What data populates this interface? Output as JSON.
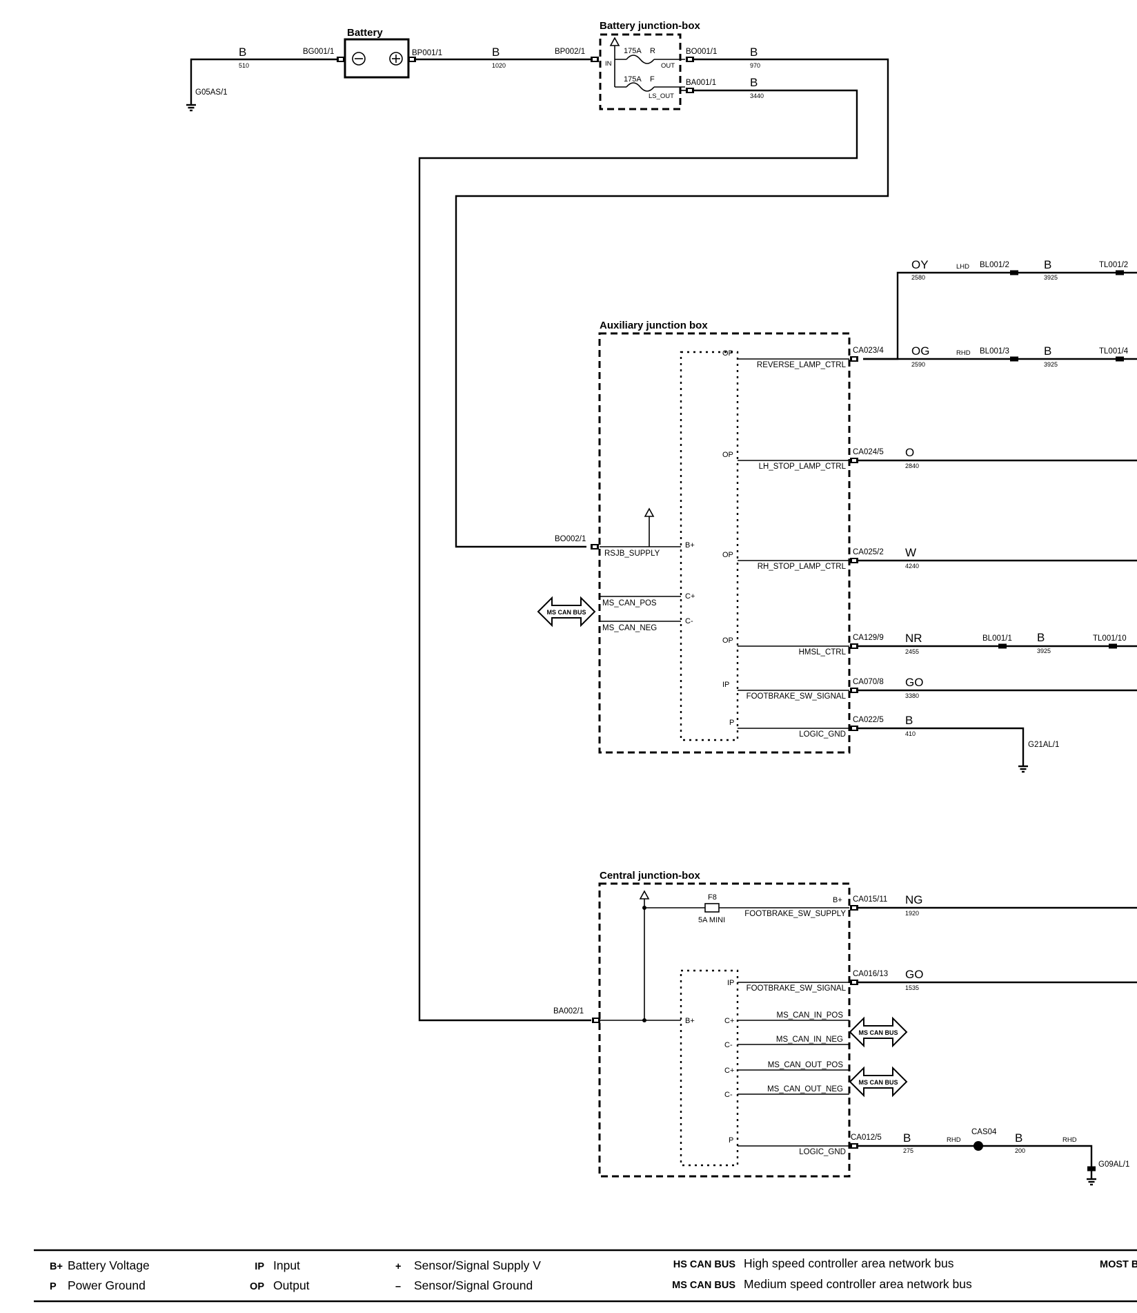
{
  "boxes": {
    "battery": "Battery",
    "battery_jb": "Battery junction-box",
    "aux_jb": "Auxiliary junction box",
    "central_jb": "Central junction-box"
  },
  "battery_circuit": {
    "gnd_wire_color": "B",
    "gnd_wire_num": "510",
    "gnd_conn": "BG001/1",
    "ground": "G05AS/1",
    "pos_conn": "BP001/1",
    "pos_wire_color": "B",
    "pos_wire_num": "1020",
    "jb_in_conn": "BP002/1",
    "in_label": "IN",
    "fuse1_rating": "175A",
    "fuse1_id": "R",
    "out_label": "OUT",
    "out_conn": "BO001/1",
    "out_color": "B",
    "out_num": "970",
    "fuse2_rating": "175A",
    "fuse2_id": "F",
    "ls_out_label": "LS_OUT",
    "ls_conn": "BA001/1",
    "ls_color": "B",
    "ls_num": "3440"
  },
  "aux": {
    "supply_conn": "BO002/1",
    "supply_sig": "RSJB_SUPPLY",
    "bplus": "B+",
    "can_pos": "MS_CAN_POS",
    "can_neg": "MS_CAN_NEG",
    "cplus": "C+",
    "cminus": "C-",
    "bus_label": "MS CAN BUS",
    "rows": [
      {
        "pin": "OP",
        "sig": "REVERSE_LAMP_CTRL",
        "conn": "CA023/4"
      },
      {
        "pin": "OP",
        "sig": "LH_STOP_LAMP_CTRL",
        "conn": "CA024/5",
        "color": "O",
        "num": "2840"
      },
      {
        "pin": "OP",
        "sig": "RH_STOP_LAMP_CTRL",
        "conn": "CA025/2",
        "color": "W",
        "num": "4240"
      },
      {
        "pin": "OP",
        "sig": "HMSL_CTRL",
        "conn": "CA129/9",
        "color": "NR",
        "num": "2455"
      },
      {
        "pin": "IP",
        "sig": "FOOTBRAKE_SW_SIGNAL",
        "conn": "CA070/8",
        "color": "GO",
        "num": "3380"
      },
      {
        "pin": "P",
        "sig": "LOGIC_GND",
        "conn": "CA022/5",
        "color": "B",
        "num": "410"
      }
    ],
    "ground": "G21AL/1",
    "reverse_lhd": {
      "color": "OY",
      "num": "2580",
      "variant": "LHD",
      "conn1": "BL001/2",
      "color2": "B",
      "num2": "3925",
      "conn2": "TL001/2"
    },
    "reverse_rhd": {
      "color": "OG",
      "num": "2590",
      "variant": "RHD",
      "conn1": "BL001/3",
      "color2": "B",
      "num2": "3925",
      "conn2": "TL001/4"
    },
    "hmsl_ext": {
      "conn1": "BL001/1",
      "color2": "B",
      "num2": "3925",
      "conn2": "TL001/10"
    }
  },
  "central": {
    "supply_conn": "BA002/1",
    "bplus": "B+",
    "fuse_id": "F8",
    "fuse_rating": "5A MINI",
    "rows": [
      {
        "pin": "B+",
        "sig": "FOOTBRAKE_SW_SUPPLY",
        "conn": "CA015/11",
        "color": "NG",
        "num": "1920"
      },
      {
        "pin": "IP",
        "sig": "FOOTBRAKE_SW_SIGNAL",
        "conn": "CA016/13",
        "color": "GO",
        "num": "1535"
      }
    ],
    "can": [
      {
        "pin": "C+",
        "sig": "MS_CAN_IN_POS"
      },
      {
        "pin": "C-",
        "sig": "MS_CAN_IN_NEG"
      },
      {
        "pin": "C+",
        "sig": "MS_CAN_OUT_POS"
      },
      {
        "pin": "C-",
        "sig": "MS_CAN_OUT_NEG"
      }
    ],
    "bus_label": "MS CAN BUS",
    "gnd": {
      "pin": "P",
      "sig": "LOGIC_GND",
      "conn": "CA012/5",
      "color": "B",
      "num": "275",
      "variant": "RHD",
      "splice": "CAS04",
      "color2": "B",
      "num2": "200",
      "variant2": "RHD",
      "ground": "G09AL/1"
    }
  },
  "legend": {
    "items": [
      {
        "sym": "B+",
        "text": "Battery Voltage"
      },
      {
        "sym": "P",
        "text": "Power Ground"
      },
      {
        "sym": "IP",
        "text": "Input"
      },
      {
        "sym": "OP",
        "text": "Output"
      },
      {
        "sym": "+",
        "text": "Sensor/Signal Supply V"
      },
      {
        "sym": "–",
        "text": "Sensor/Signal Ground"
      },
      {
        "sym": "HS CAN BUS",
        "text": "High speed controller area network bus"
      },
      {
        "sym": "MS CAN BUS",
        "text": "Medium speed controller area network bus"
      }
    ],
    "cut": "MOST B"
  }
}
